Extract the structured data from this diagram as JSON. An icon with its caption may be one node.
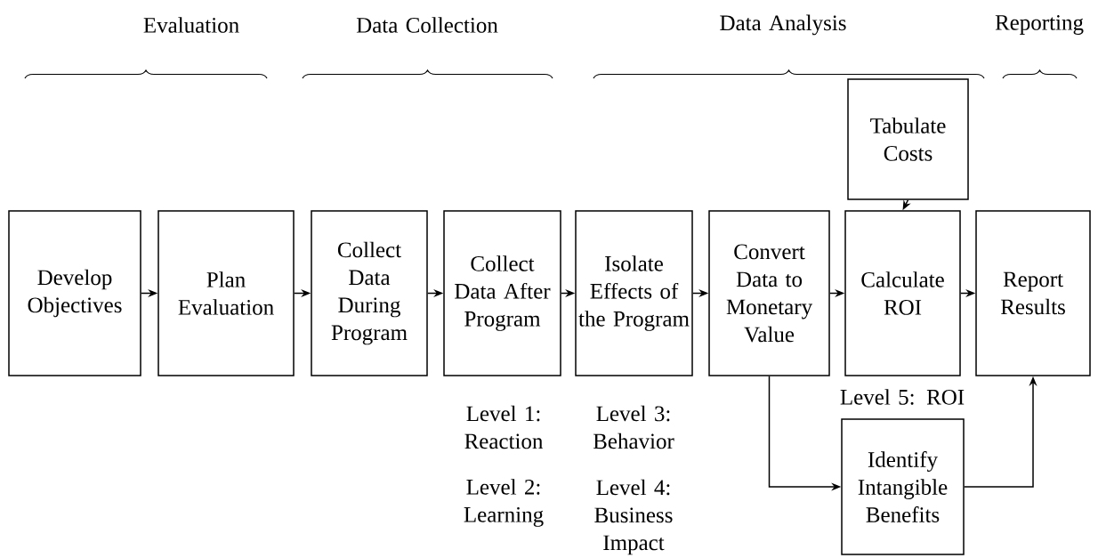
{
  "diagram": {
    "nodes": [
      {
        "text": [
          "Develop Objectives"
        ]
      },
      {
        "text": [
          "Plan Evaluation"
        ]
      },
      {
        "text": [
          "Collect Data During Program"
        ]
      },
      {
        "text": [
          "Collect Data After Program"
        ]
      },
      {
        "text": [
          "Isolate Effects of the Program"
        ]
      },
      {
        "text": [
          "Convert Data to Monetary Value"
        ]
      },
      {
        "text": [
          "Calculate ROI"
        ]
      },
      {
        "text": [
          "Report Results"
        ]
      },
      {
        "text": [
          "Tabulate Costs"
        ]
      },
      {
        "text": [
          "Identify Intangible Benefits"
        ]
      }
    ],
    "edges": [
      {
        "from": 0,
        "to": 1,
        "arrow": "to"
      },
      {
        "from": 1,
        "to": 2,
        "arrow": "to"
      },
      {
        "from": 2,
        "to": 3,
        "arrow": "to"
      },
      {
        "from": 3,
        "to": 4,
        "arrow": "to"
      },
      {
        "from": 4,
        "to": 5,
        "arrow": "to"
      },
      {
        "from": 5,
        "to": 6,
        "arrow": "to"
      },
      {
        "from": 6,
        "to": 7,
        "arrow": "to"
      },
      {
        "from": 8,
        "to": 6,
        "arrow": "to"
      },
      {
        "from": 5,
        "to": 9,
        "arrow": "to"
      },
      {
        "from": 9,
        "to": 7,
        "arrow": "to"
      }
    ],
    "labels": [
      "Evaluation",
      "Data Collection",
      "Data Analysis",
      "Reporting",
      "Level 1: Reaction",
      "Level 3: Behavior",
      "Level 5: ROI",
      "Level 2: Learning",
      "Level 4: Business Impact"
    ]
  }
}
